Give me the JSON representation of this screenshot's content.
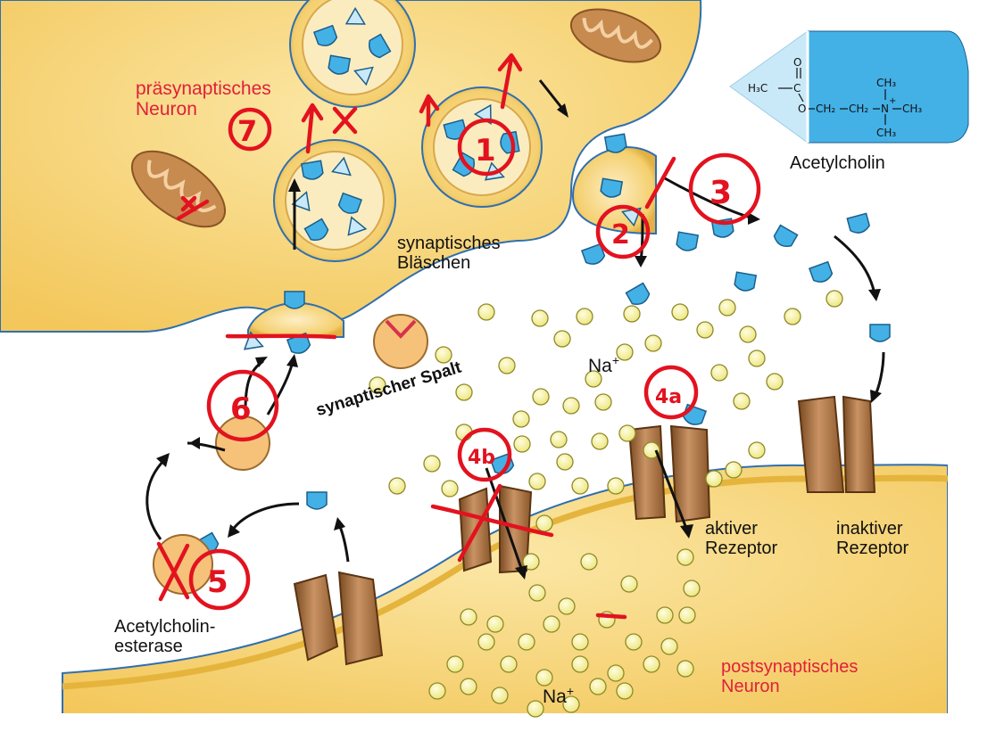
{
  "labels": {
    "presynaptic_neuron": "präsynaptisches\nNeuron",
    "synaptic_vesicle": "synaptisches\nBläschen",
    "synaptic_cleft": "synaptischer Spalt",
    "sodium_top": "Na",
    "sodium_bottom": "Na",
    "plus": "+",
    "acetylcholine": "Acetylcholin",
    "active_receptor": "aktiver\nRezeptor",
    "inactive_receptor": "inaktiver\nRezeptor",
    "acetylcholinesterase": "Acetylcholin-\nesterase",
    "postsynaptic_neuron": "postsynaptisches\nNeuron"
  },
  "formula": {
    "h3c": "H₃C",
    "c": "C",
    "o_top": "O",
    "o_chain": "O",
    "ch2_a": "CH₂",
    "ch2_b": "CH₂",
    "n": "N",
    "ch3_top": "CH₃",
    "ch3_right": "CH₃",
    "ch3_bottom": "CH₃"
  },
  "annotations": {
    "n1": "1",
    "n2": "2",
    "n3": "3",
    "n4a": "4a",
    "n4b": "4b",
    "n5": "5",
    "n6": "6",
    "n7": "7",
    "x_mark": "X"
  },
  "colors": {
    "neuron_fill": "#f8d77a",
    "membrane": "#e5b43c",
    "outline": "#2f6fb0",
    "acetylcholine_blue": "#43b1e6",
    "acetylcholine_light": "#c9e9f8",
    "receptor": "#b98350",
    "sodium": "#f6f29a",
    "annotation_red": "#e3121f",
    "label_red": "#e0203a"
  }
}
